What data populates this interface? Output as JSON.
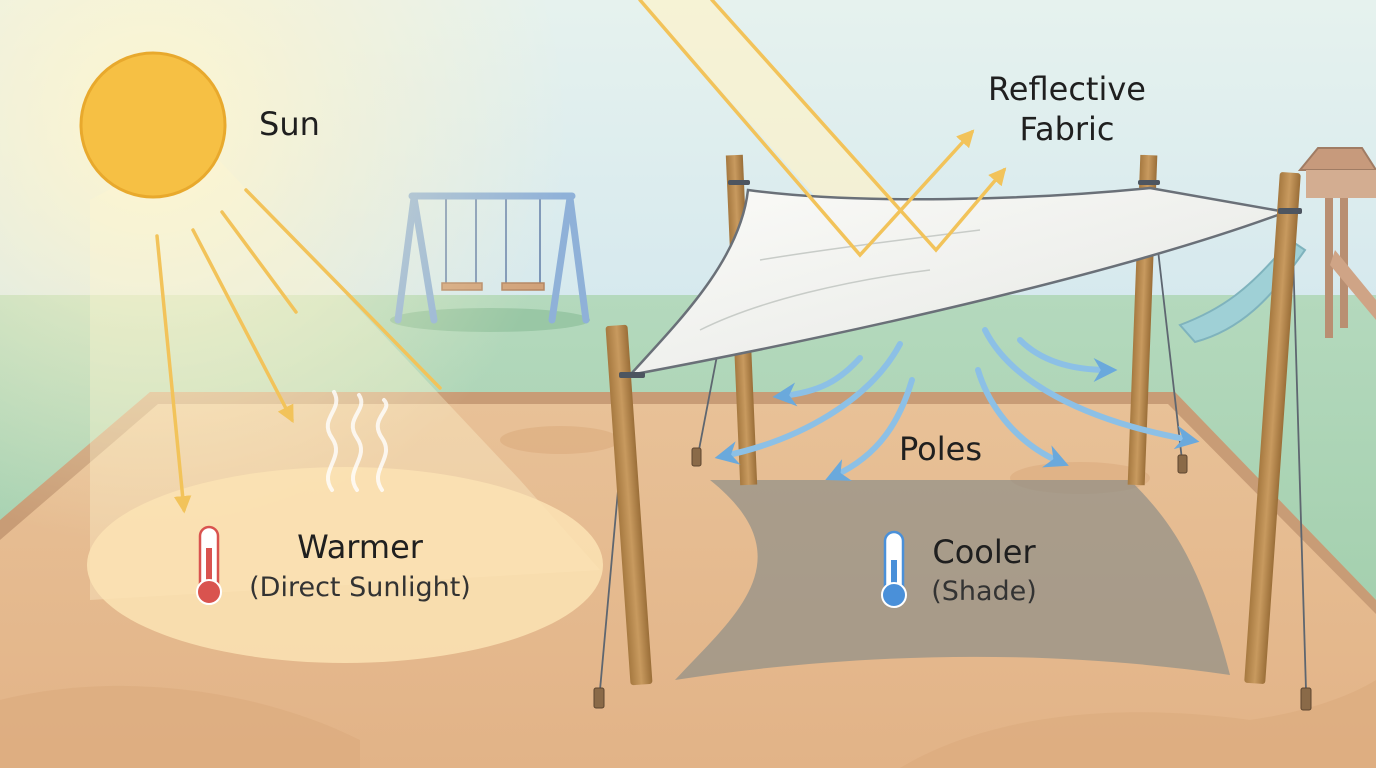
{
  "labels": {
    "sun": "Sun",
    "fabric_line1": "Reflective",
    "fabric_line2": "Fabric",
    "poles": "Poles",
    "warmer": "Warmer",
    "warmer_sub": "(Direct Sunlight)",
    "cooler": "Cooler",
    "cooler_sub": "(Shade)"
  },
  "colors": {
    "sky": "#dcecef",
    "grass": "#a9d3b3",
    "sand": "#e5b98f",
    "sun": "#f6c044",
    "sun_ray": "#f2c35a",
    "pole": "#b98a52",
    "fabric": "#f2f2ef",
    "airflow": "#8cc0e6",
    "shade": "#8f8f87",
    "thermometer_warm": "#d9534f",
    "thermometer_cool": "#4a90d9"
  },
  "icons": [
    "sun-icon",
    "swing-set-icon",
    "slide-icon",
    "heat-waves-icon",
    "thermometer-warm-icon",
    "thermometer-cool-icon"
  ]
}
